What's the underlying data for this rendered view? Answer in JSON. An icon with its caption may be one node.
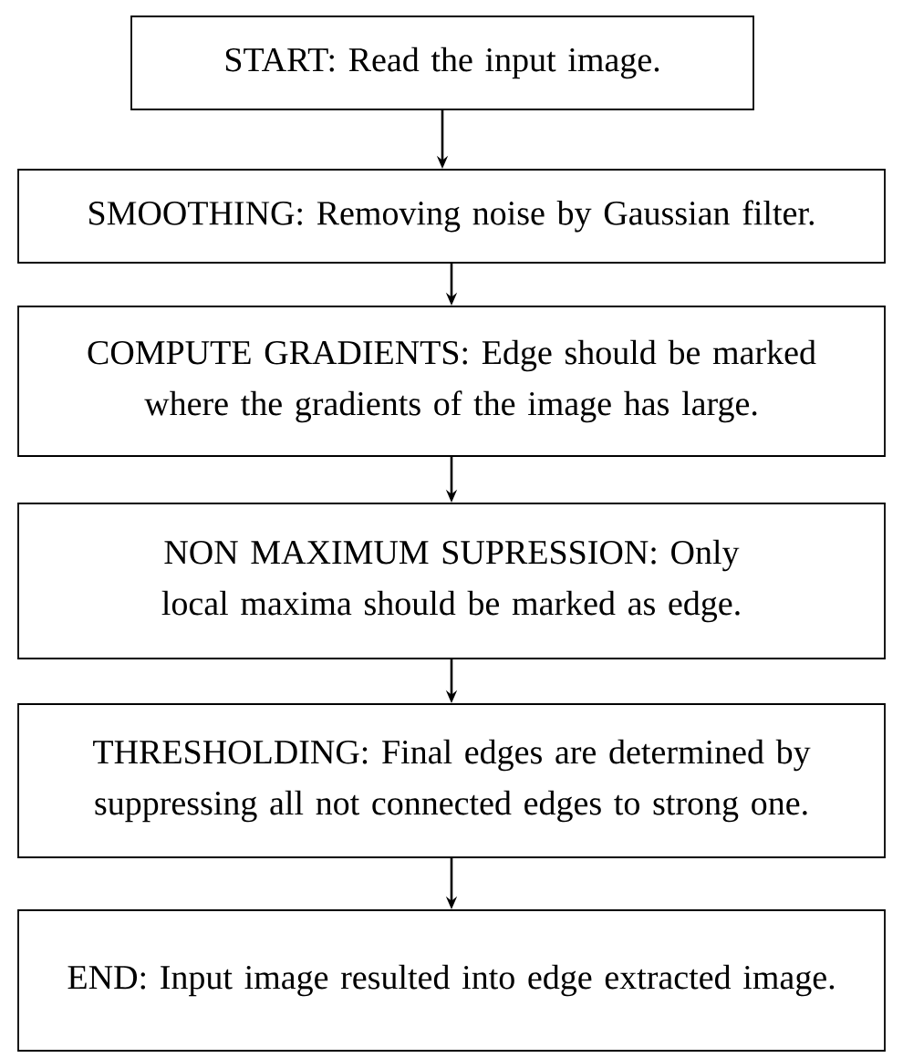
{
  "diagram": {
    "nodes": [
      {
        "text": [
          "START: Read the input image."
        ]
      },
      {
        "text": [
          "SMOOTHING: Removing noise by Gaussian filter."
        ]
      },
      {
        "text": [
          "COMPUTE GRADIENTS: Edge should be marked where the gradients of the image has large."
        ]
      },
      {
        "text": [
          "NON MAXIMUM SUPRESSION: Only local maxima should be marked as edge."
        ]
      },
      {
        "text": [
          "THRESHOLDING: Final edges are determined by suppressing all not connected edges to strong one."
        ]
      },
      {
        "text": [
          "END: Input image resulted into edge extracted image."
        ]
      }
    ],
    "edges": [
      {
        "from": 0,
        "to": 1,
        "arrow": "to"
      },
      {
        "from": 1,
        "to": 2,
        "arrow": "to"
      },
      {
        "from": 2,
        "to": 3,
        "arrow": "to"
      },
      {
        "from": 3,
        "to": 4,
        "arrow": "to"
      },
      {
        "from": 4,
        "to": 5,
        "arrow": "to"
      }
    ]
  }
}
